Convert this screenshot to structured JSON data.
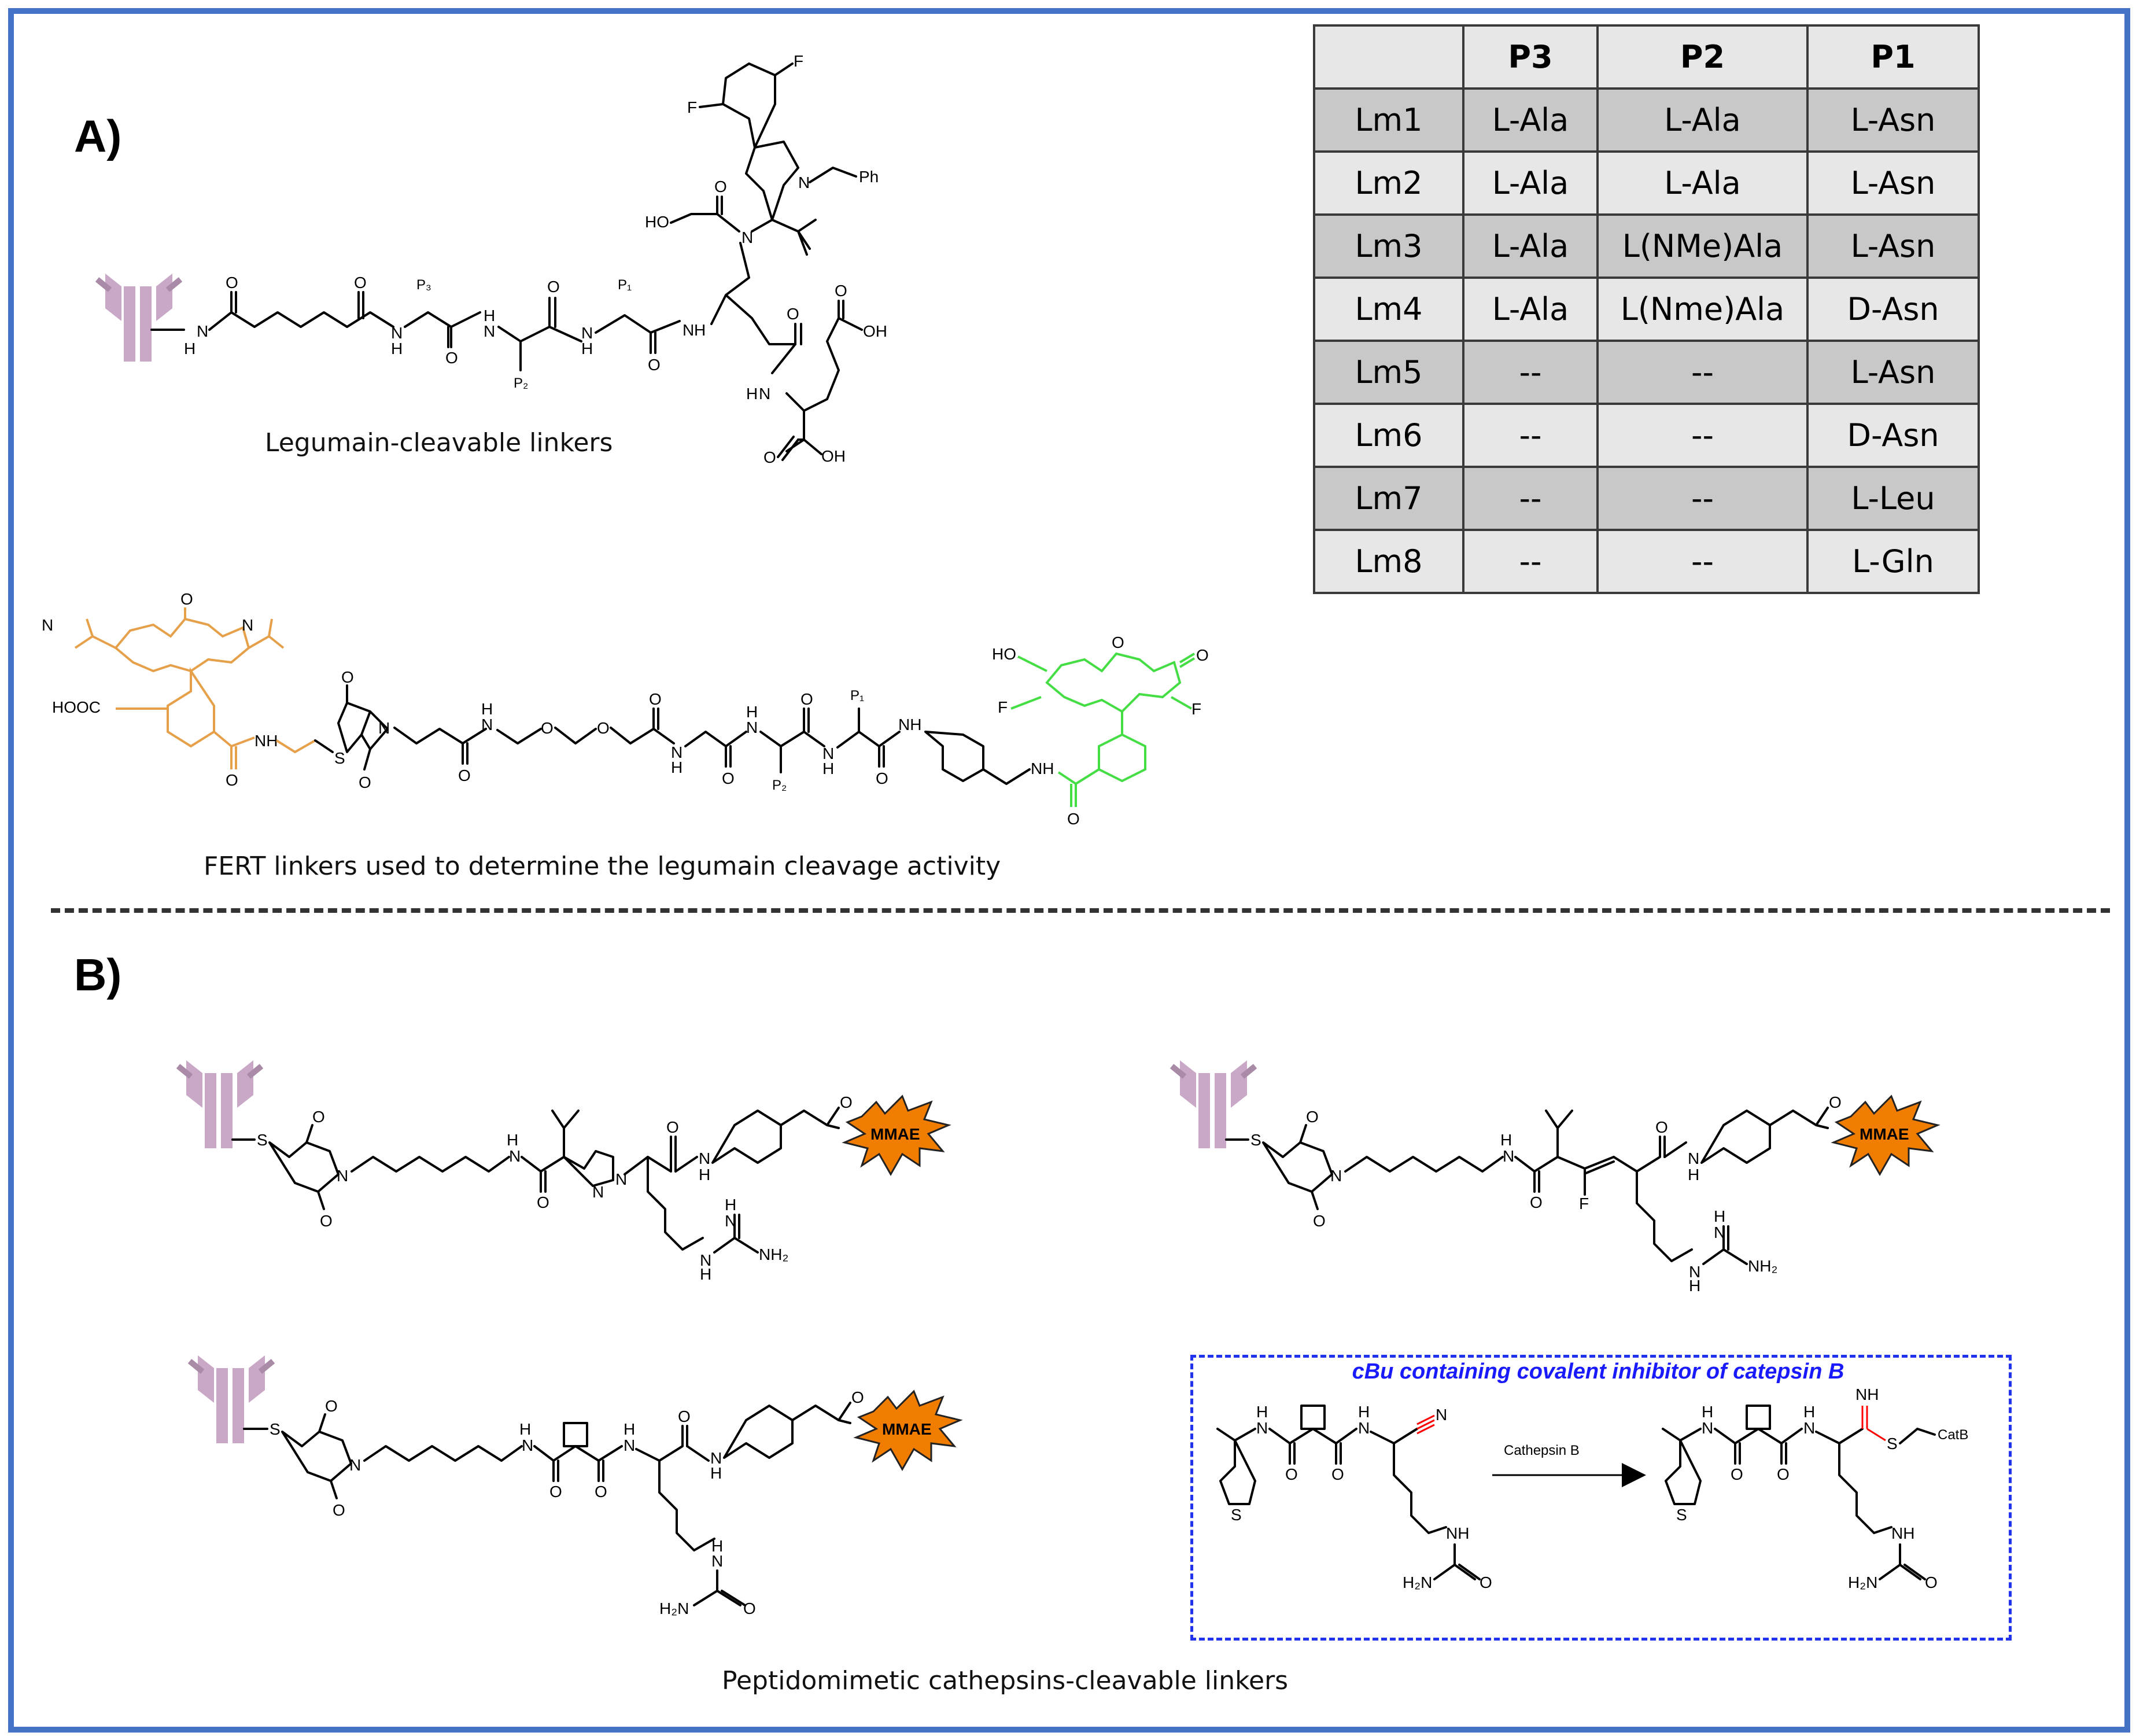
{
  "section_a_label": "A)",
  "section_b_label": "B)",
  "captions": {
    "legumain": "Legumain-cleavable linkers",
    "fert": "FERT linkers used to determine the legumain cleavage activity",
    "cathepsin": "Peptidomimetic cathepsins-cleavable linkers"
  },
  "table": {
    "headers": [
      "",
      "P3",
      "P2",
      "P1"
    ],
    "rows": [
      [
        "Lm1",
        "L-Ala",
        "L-Ala",
        "L-Asn"
      ],
      [
        "Lm2",
        "L-Ala",
        "L-Ala",
        "L-Asn"
      ],
      [
        "Lm3",
        "L-Ala",
        "L(NMe)Ala",
        "L-Asn"
      ],
      [
        "Lm4",
        "L-Ala",
        "L(Nme)Ala",
        "D-Asn"
      ],
      [
        "Lm5",
        "--",
        "--",
        "L-Asn"
      ],
      [
        "Lm6",
        "--",
        "--",
        "D-Asn"
      ],
      [
        "Lm7",
        "--",
        "--",
        "L-Leu"
      ],
      [
        "Lm8",
        "--",
        "--",
        "L-Gln"
      ]
    ]
  },
  "inset": {
    "title": "cBu containing covalent inhibitor of catepsin B",
    "arrow_label": "Cathepsin B",
    "atoms": {
      "n_red": "N",
      "nh_red": "NH",
      "s_red": "S",
      "catb": "CatB",
      "nh": "NH",
      "h2n": "H₂N",
      "o": "O",
      "s": "S"
    }
  },
  "atoms": {
    "h": "H",
    "n": "N",
    "o": "O",
    "s": "S",
    "f": "F",
    "oh": "OH",
    "ho": "HO",
    "ph": "Ph",
    "p1": "P₁",
    "p2": "P₂",
    "p3": "P₃",
    "nh": "NH",
    "nh2": "NH₂",
    "h2n": "H₂N",
    "hooc": "HOOC",
    "mmae": "MMAE"
  },
  "colors": {
    "frame": "#4472c4",
    "antibody": "#c9a7c7",
    "antibody_dark": "#a98aa7",
    "mmae_fill": "#f07c00",
    "rhodamine": "#e6a04a",
    "fluorescein": "#44dd44",
    "inset_border": "#2233ee",
    "red_atom": "#ff0000"
  }
}
